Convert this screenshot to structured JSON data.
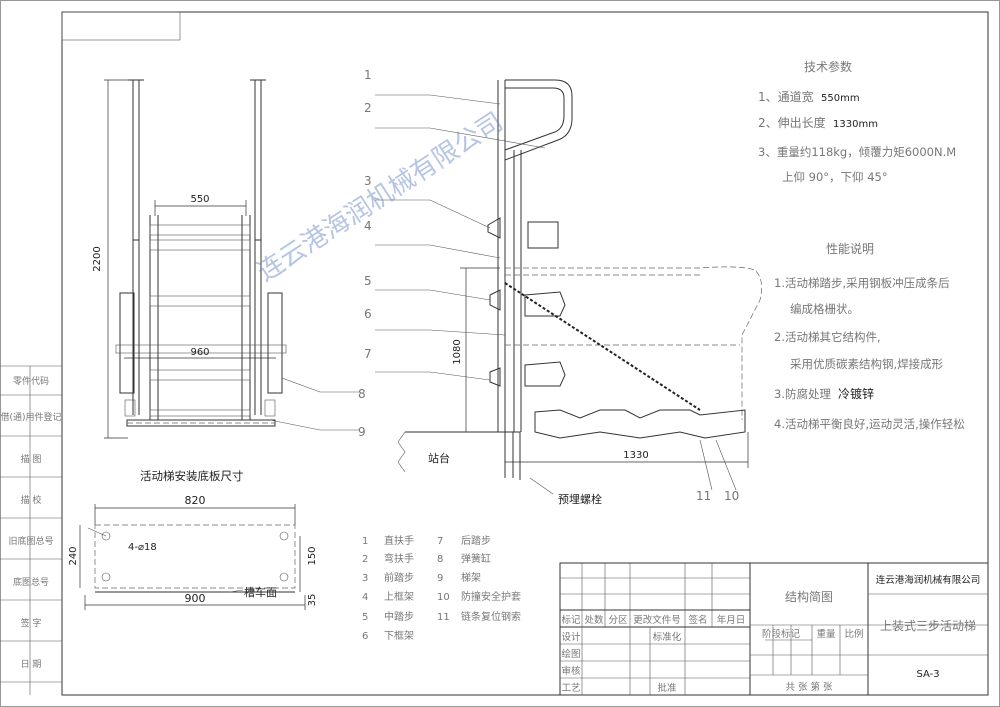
{
  "tech_params": {
    "heading": "技术参数",
    "line1_label": "1、通道宽",
    "line1_value": "550mm",
    "line2_label": "2、伸出长度",
    "line2_value": "1330mm",
    "line3": "3、重量约118kg，倾覆力矩6000N.M",
    "line4": "上仰 90°，下仰 45°"
  },
  "performance": {
    "heading": "性能说明",
    "p1a": "1.活动梯踏步,采用钢板冲压成条后",
    "p1b": "编成格栅状。",
    "p2a": "2.活动梯其它结构件,",
    "p2b": "采用优质碳素结构钢,焊接成形",
    "p3_label": "3.防腐处理 ",
    "p3_value": "冷镀锌",
    "p4": "4.活动梯平衡良好,运动灵活,操作轻松"
  },
  "watermark": "连云港海润机械有限公司",
  "front_view": {
    "width_dim": "550",
    "height_dim": "2200",
    "base_dim": "960"
  },
  "side_view": {
    "height_dim": "1080",
    "reach_dim": "1330",
    "platform_label": "站台",
    "bolt_label": "预埋螺栓",
    "callouts": [
      "1",
      "2",
      "3",
      "4",
      "5",
      "6",
      "7",
      "8",
      "9",
      "11",
      "10"
    ]
  },
  "base_plate": {
    "title": "活动梯安装底板尺寸",
    "top_dim": "820",
    "bottom_dim": "900",
    "left_dim": "240",
    "right_dim_1": "150",
    "right_dim_2": "35",
    "hole_label": "4-⌀18",
    "rail_label": "槽车面"
  },
  "parts_list": [
    {
      "no": "1",
      "name": "直扶手"
    },
    {
      "no": "2",
      "name": "弯扶手"
    },
    {
      "no": "3",
      "name": "前踏步"
    },
    {
      "no": "4",
      "name": "上框架"
    },
    {
      "no": "5",
      "name": "中踏步"
    },
    {
      "no": "6",
      "name": "下框架"
    },
    {
      "no": "7",
      "name": "后踏步"
    },
    {
      "no": "8",
      "name": "弹簧缸"
    },
    {
      "no": "9",
      "name": "梯架"
    },
    {
      "no": "10",
      "name": "防撞安全护套"
    },
    {
      "no": "11",
      "name": "链条复位钢索"
    }
  ],
  "side_labels": [
    "零件代码",
    "借(通)用件登记",
    "描 图",
    "描 校",
    "旧底图总号",
    "底图总号",
    "签 字",
    "日 期"
  ],
  "title_block": {
    "company": "连云港海润机械有限公司",
    "drawing_type": "结构简图",
    "product": "上装式三步活动梯",
    "code": "SA-3",
    "headers": [
      "标记",
      "处数",
      "分区",
      "更改文件号",
      "签名",
      "年月日"
    ],
    "rows": [
      "设计",
      "绘图",
      "审核",
      "工艺"
    ],
    "std_label": "标准化",
    "approve_label": "批准",
    "stage_label": "阶段标记",
    "weight_label": "重量",
    "scale_label": "比例",
    "sheet_label": "共 张 第 张"
  }
}
